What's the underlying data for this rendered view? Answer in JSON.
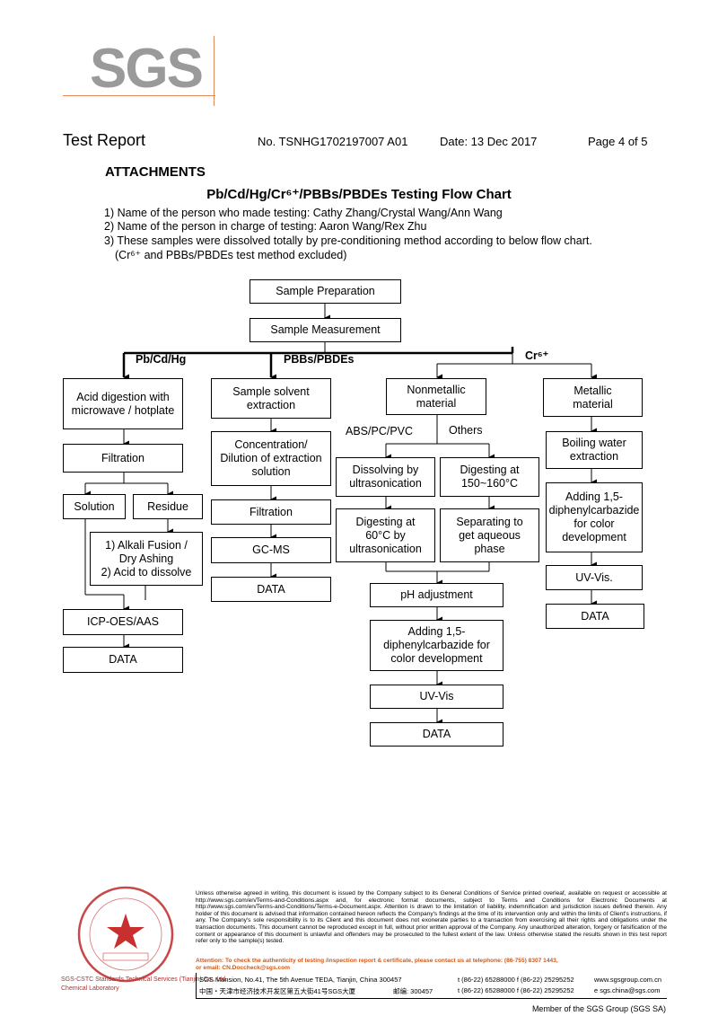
{
  "logo": {
    "text": "SGS"
  },
  "header": {
    "title": "Test Report",
    "number": "No. TSNHG1702197007  A01",
    "date": "Date: 13 Dec 2017",
    "page": "Page 4 of 5"
  },
  "attachments_heading": "ATTACHMENTS",
  "flow_title": "Pb/Cd/Hg/Cr⁶⁺/PBBs/PBDEs Testing Flow Chart",
  "notes": [
    "1) Name of the person who made testing: Cathy Zhang/Crystal Wang/Ann Wang",
    "2) Name of the person in charge of testing: Aaron Wang/Rex Zhu",
    "3) These samples were dissolved totally by pre-conditioning method according to below flow chart.",
    "(Cr⁶⁺ and PBBs/PBDEs test method excluded)"
  ],
  "flow": {
    "sample_prep": "Sample Preparation",
    "sample_meas": "Sample Measurement",
    "branch_pb": "Pb/Cd/Hg",
    "branch_pbb": "PBBs/PBDEs",
    "branch_cr": "Cr⁶⁺",
    "acid_digestion": "Acid digestion with microwave / hotplate",
    "filtration1": "Filtration",
    "solution": "Solution",
    "residue": "Residue",
    "alkali_line1": "1) Alkali Fusion /",
    "alkali_line2": "Dry Ashing",
    "alkali_line3": "2) Acid to dissolve",
    "icp": "ICP-OES/AAS",
    "data1": "DATA",
    "solvent_extraction": "Sample solvent extraction",
    "concentration": "Concentration/ Dilution of extraction solution",
    "filtration2": "Filtration",
    "gcms": "GC-MS",
    "data2": "DATA",
    "nonmetallic": "Nonmetallic material",
    "abs_label": "ABS/PC/PVC",
    "others_label": "Others",
    "dissolving": "Dissolving by ultrasonication",
    "digesting_150": "Digesting at 150~160°C",
    "digesting_60": "Digesting at 60°C by ultrasonication",
    "separating": "Separating to get aqueous phase",
    "ph_adjust": "pH adjustment",
    "adding_nm": "Adding 1,5-diphenylcarbazide for color development",
    "uvvis_nm": "UV-Vis",
    "data3": "DATA",
    "metallic": "Metallic material",
    "boiling": "Boiling water extraction",
    "adding_m": "Adding 1,5-diphenylcarbazide for color development",
    "uvvis_m": "UV-Vis.",
    "data4": "DATA"
  },
  "footer": {
    "disclaimer": "Unless otherwise agreed in writing, this document is issued by the Company subject to its General Conditions of Service printed overleaf, available on request or accessible at http://www.sgs.com/en/Terms-and-Conditions.aspx and, for electronic format documents, subject to Terms and Conditions for Electronic Documents at http://www.sgs.com/en/Terms-and-Conditions/Terms-e-Document.aspx. Attention is drawn to the limitation of liability, indemnification and jurisdiction issues defined therein. Any holder of this document is advised that information contained hereon reflects the Company's findings at the time of its intervention only and within the limits of Client's instructions, if any. The Company's sole responsibility is to its Client and this document does not exonerate parties to a transaction from exercising all their rights and obligations under the transaction documents. This document cannot be reproduced except in full, without prior written approval of the Company. Any unauthorized alteration, forgery or falsification of the content or appearance of this document is unlawful and offenders may be prosecuted to the fullest extent of the law. Unless otherwise stated the results shown in this test report refer only to the sample(s) tested.",
    "attention": "Attention: To check the authenticity of testing /inspection report & certificate, please contact us at telephone: (86-755) 8307 1443,",
    "attention_email": "or email: CN.Doccheck@sgs.com",
    "address_en": "SGS Mansion, No.41, The 5th Avenue TEDA, Tianjin, China  300457",
    "phone_en": "t (86-22) 65288000  f (86-22) 25295252",
    "web": "www.sgsgroup.com.cn",
    "address_cn": "中国・天津市经济技术开发区第五大街41号SGS大厦",
    "postcode_cn": "邮编: 300457",
    "phone_cn": "t (86-22) 65288000  f (86-22) 25295252",
    "email": "e  sgs.china@sgs.com",
    "lab_line1": "SGS-CSTC Standards Technical Services (Tianjin) Co., Ltd.",
    "lab_line2": "Chemical Laboratory",
    "member": "Member of the SGS Group (SGS SA)"
  }
}
